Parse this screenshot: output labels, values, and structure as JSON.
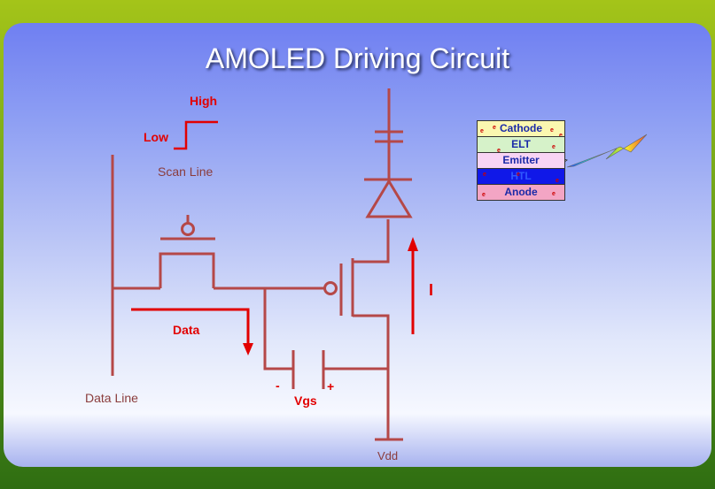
{
  "title": "AMOLED Driving Circuit",
  "labels": {
    "high": "High",
    "low": "Low",
    "scan_line": "Scan Line",
    "data": "Data",
    "data_line": "Data Line",
    "vgs": "Vgs",
    "minus": "-",
    "plus": "+",
    "current": "I",
    "vdd": "Vdd"
  },
  "oled_stack": {
    "layers": [
      {
        "label": "Cathode",
        "bg": "#fbf7b0",
        "color": "#1a2aa8"
      },
      {
        "label": "ELT",
        "bg": "#d6f2c9",
        "color": "#1a2aa8"
      },
      {
        "label": "Emitter",
        "bg": "#f8d4f4",
        "color": "#1a2aa8"
      },
      {
        "label": "HTL",
        "bg": "#1018e8",
        "color": "#2f58ff"
      },
      {
        "label": "Anode",
        "bg": "#f3a5c4",
        "color": "#1a2aa8"
      }
    ],
    "particle_glyph": "e"
  },
  "colors": {
    "wire": "#b54848",
    "red": "#e20000",
    "label_brown": "#8a3c3c",
    "title": "#ffffff"
  }
}
